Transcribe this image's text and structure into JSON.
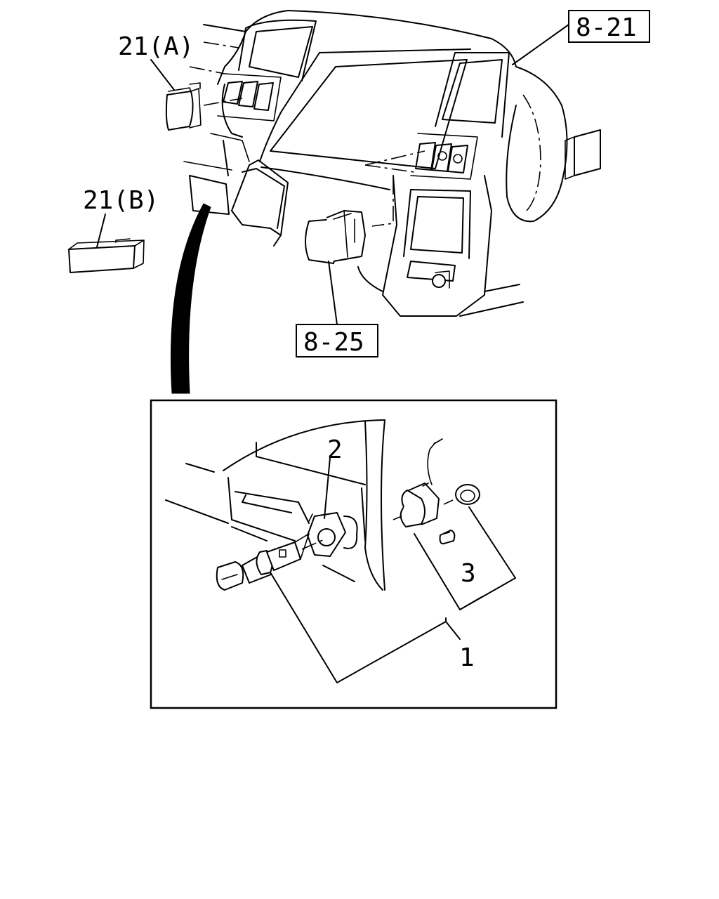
{
  "labels": {
    "part_21a": "21(A)",
    "part_21b": "21(B)",
    "part_1": "1",
    "part_2": "2",
    "part_3": "3"
  },
  "refs": {
    "ref_8_21": "8-21",
    "ref_8_25": "8-25"
  }
}
